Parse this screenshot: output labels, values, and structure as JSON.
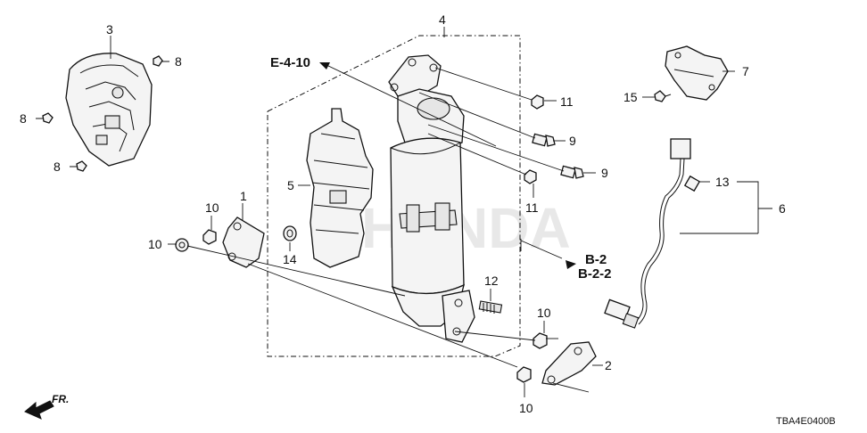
{
  "diagram": {
    "watermark": "HONDA",
    "diagram_code": "TBA4E0400B",
    "front_marker": "FR.",
    "part_numbers": [
      "1",
      "2",
      "3",
      "4",
      "5",
      "6",
      "7",
      "8",
      "8",
      "8",
      "9",
      "9",
      "10",
      "10",
      "10",
      "10",
      "11",
      "11",
      "12",
      "13",
      "14",
      "15"
    ],
    "references": {
      "e_4_10": "E-4-10",
      "b_2": "B-2",
      "b_2_2": "B-2-2"
    }
  }
}
